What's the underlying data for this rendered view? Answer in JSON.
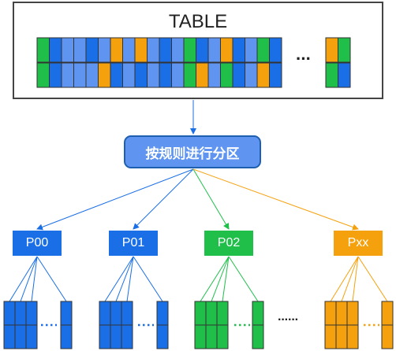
{
  "table": {
    "title": "TABLE",
    "row1": [
      "green",
      "blue",
      "light",
      "light",
      "blue",
      "light",
      "orange",
      "light",
      "orange",
      "light",
      "blue",
      "light",
      "green",
      "blue",
      "light",
      "orange",
      "blue",
      "light",
      "green",
      "blue"
    ],
    "row2": [
      "green",
      "blue",
      "light",
      "light",
      "light",
      "orange",
      "blue",
      "light",
      "blue",
      "light",
      "blue",
      "light",
      "green",
      "orange",
      "light",
      "green",
      "blue",
      "light",
      "orange",
      "blue"
    ],
    "tail_row1": [
      "orange",
      "green"
    ],
    "tail_row2": [
      "green",
      "blue"
    ],
    "ellipsis": "···"
  },
  "rule_box": {
    "label": "按规则进行分区"
  },
  "partitions": [
    {
      "id": "p00",
      "label": "P00",
      "color": "#1a6fe6"
    },
    {
      "id": "p01",
      "label": "P01",
      "color": "#1a6fe6"
    },
    {
      "id": "p02",
      "label": "P02",
      "color": "#1fbf4a"
    },
    {
      "id": "pxx",
      "label": "Pxx",
      "color": "#f5a10d"
    }
  ],
  "between_ellipsis": "······",
  "colors": {
    "green": "#1fbf4a",
    "blue": "#1a6fe6",
    "light": "#5f95f0",
    "orange": "#f5a10d",
    "line_blue": "#1a6fe6",
    "line_green": "#1fbf4a",
    "line_orange": "#f5a10d",
    "border_dark": "#333333"
  }
}
